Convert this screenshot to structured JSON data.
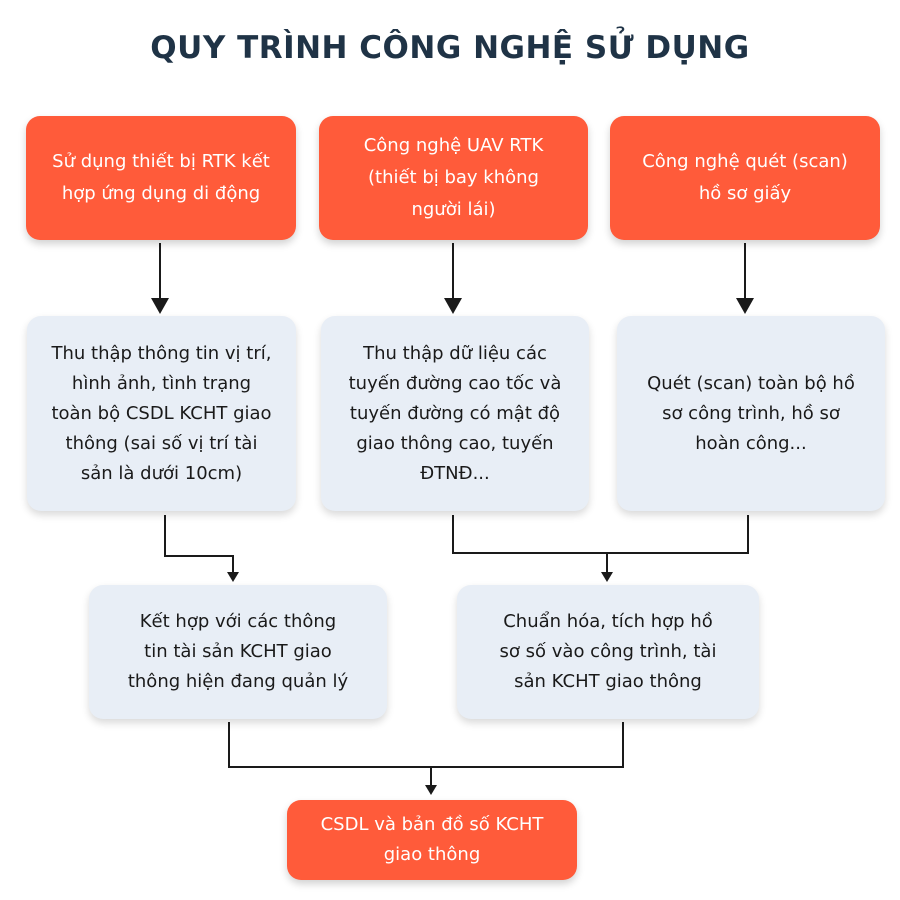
{
  "title": "QUY TRÌNH CÔNG NGHỆ SỬ DỤNG",
  "sources": [
    {
      "text": "Sử dụng thiết bị RTK kết\nhợp ứng dụng di động"
    },
    {
      "text": "Công nghệ UAV RTK\n(thiết bị bay không\nngười lái)"
    },
    {
      "text": "Công nghệ quét (scan)\nhồ sơ giấy"
    }
  ],
  "steps": [
    {
      "text": "Thu thập thông tin vị trí,\nhình ảnh, tình trạng\ntoàn bộ CSDL KCHT giao\nthông (sai số vị trí tài\nsản là dưới 10cm)"
    },
    {
      "text": "Thu thập dữ liệu các\ntuyến đường cao tốc và\ntuyến đường có mật độ\ngiao thông cao, tuyến\nĐTNĐ..."
    },
    {
      "text": "Quét (scan) toàn bộ hồ\nsơ công trình, hồ sơ\nhoàn công..."
    }
  ],
  "merges": [
    {
      "text": "Kết hợp với các thông\ntin tài sản KCHT giao\nthông hiện đang quản lý"
    },
    {
      "text": "Chuẩn hóa, tích hợp hồ\nsơ số vào công trình, tài\nsản KCHT giao thông"
    }
  ],
  "result": {
    "text": "CSDL và bản đồ số KCHT\ngiao thông"
  },
  "colors": {
    "accent": "#ff5b3a",
    "box_fill": "#e8eef6",
    "title": "#1f3346",
    "connector": "#1a1a1a"
  }
}
